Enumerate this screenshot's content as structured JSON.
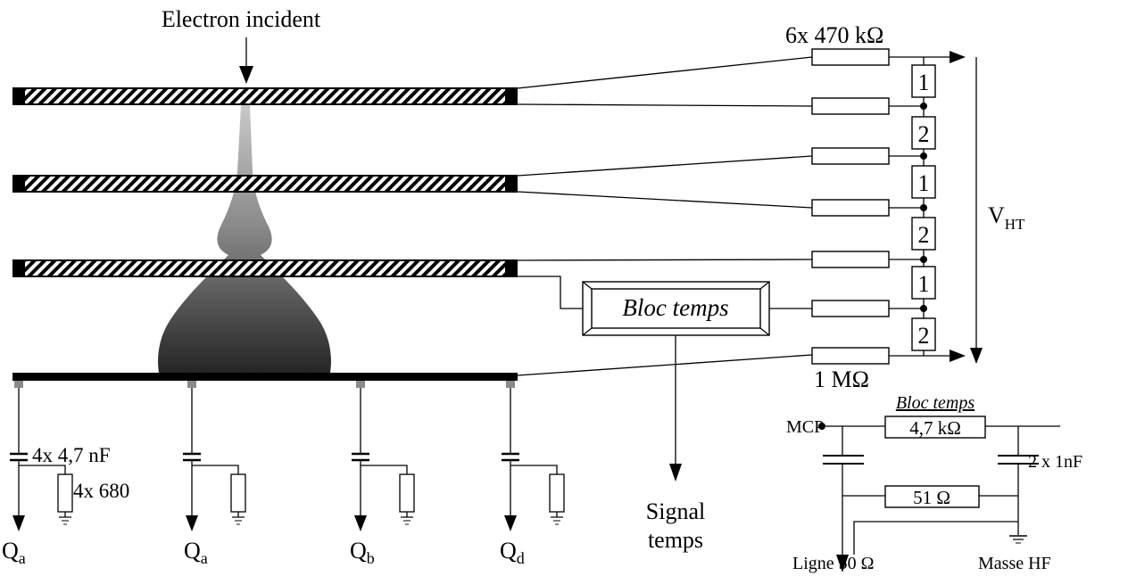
{
  "labels": {
    "incident": "Electron incident",
    "resistors": "6x 470 kΩ",
    "r_final": "1 MΩ",
    "vht_main": "V",
    "vht_sub": "HT",
    "bloc": "Bloc temps",
    "bloc_caption": "Bloc temps",
    "signal_line1": "Signal",
    "signal_line2": "temps",
    "mcp": "MCP",
    "r_4k7": "4,7 kΩ",
    "r_51": "51 Ω",
    "cap_2x1nF": "2 x 1nF",
    "ligne": "Ligne 50 Ω",
    "masse": "Masse HF",
    "cap_4x": "4x 4,7 nF",
    "r_4x680": "4x 680"
  },
  "divider_numbers": [
    "1",
    "2",
    "1",
    "2",
    "1",
    "2"
  ],
  "outputs": [
    {
      "main": "Q",
      "sub": "a"
    },
    {
      "main": "Q",
      "sub": "a"
    },
    {
      "main": "Q",
      "sub": "b"
    },
    {
      "main": "Q",
      "sub": "d"
    }
  ],
  "colors": {
    "ink": "#000000",
    "hatch_light": "#ffffff",
    "cloud_light": "#bbbbbb",
    "cloud_dark": "#333333"
  }
}
